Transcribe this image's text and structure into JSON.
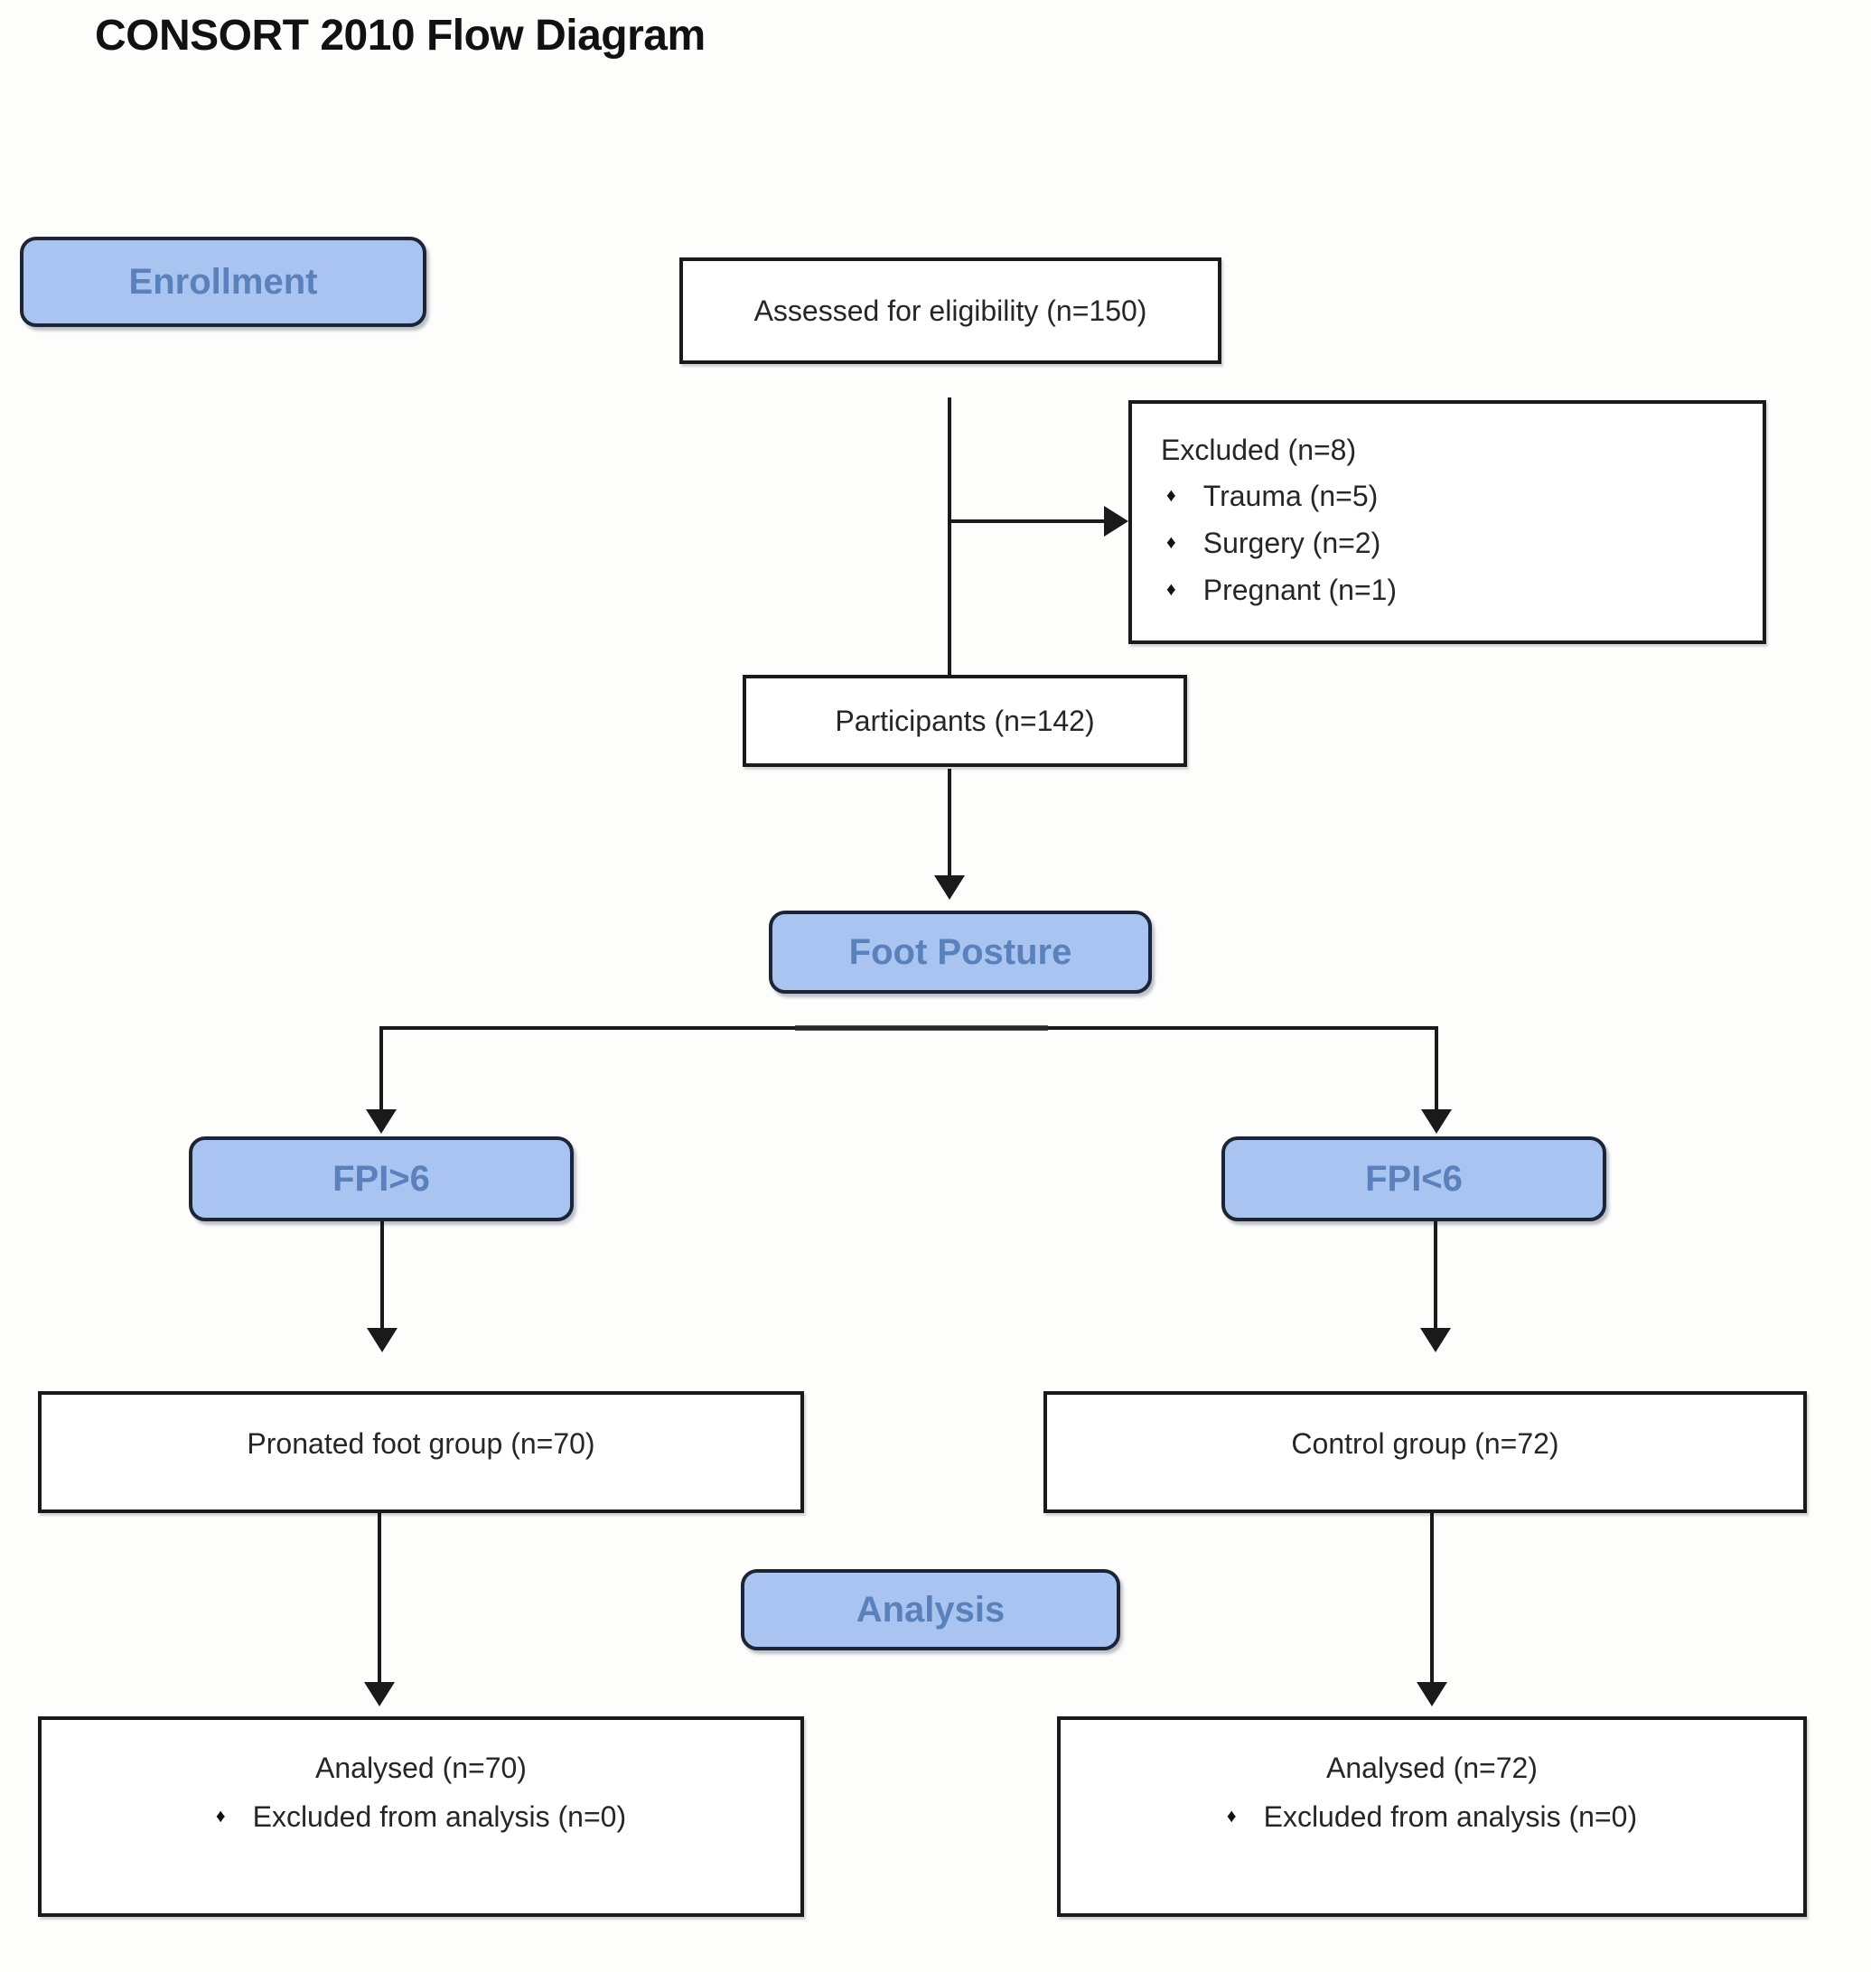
{
  "title": "CONSORT 2010 Flow Diagram",
  "bullet_glyph": "♦",
  "colors": {
    "node_fill": "#a9c4f0",
    "node_border": "#1c2536",
    "node_text": "#5a81bb",
    "box_border": "#1a1a1a",
    "box_text": "#262626",
    "line": "#1a1a1a",
    "page_bg": "#fdfdfc"
  },
  "stages": {
    "enrollment": "Enrollment",
    "foot_posture": "Foot Posture",
    "fpi_gt": "FPI>6",
    "fpi_lt": "FPI<6",
    "analysis": "Analysis"
  },
  "boxes": {
    "assessed": "Assessed for eligibility (n=150)",
    "excluded": {
      "heading": "Excluded (n=8)",
      "items": [
        "Trauma (n=5)",
        "Surgery (n=2)",
        "Pregnant (n=1)"
      ]
    },
    "participants": "Participants (n=142)",
    "pronated": "Pronated foot group (n=70)",
    "control": "Control group (n=72)",
    "analysed_left": {
      "line1": "Analysed (n=70)",
      "bullet": "Excluded from analysis (n=0)"
    },
    "analysed_right": {
      "line1": "Analysed (n=72)",
      "bullet": "Excluded from analysis (n=0)"
    }
  }
}
